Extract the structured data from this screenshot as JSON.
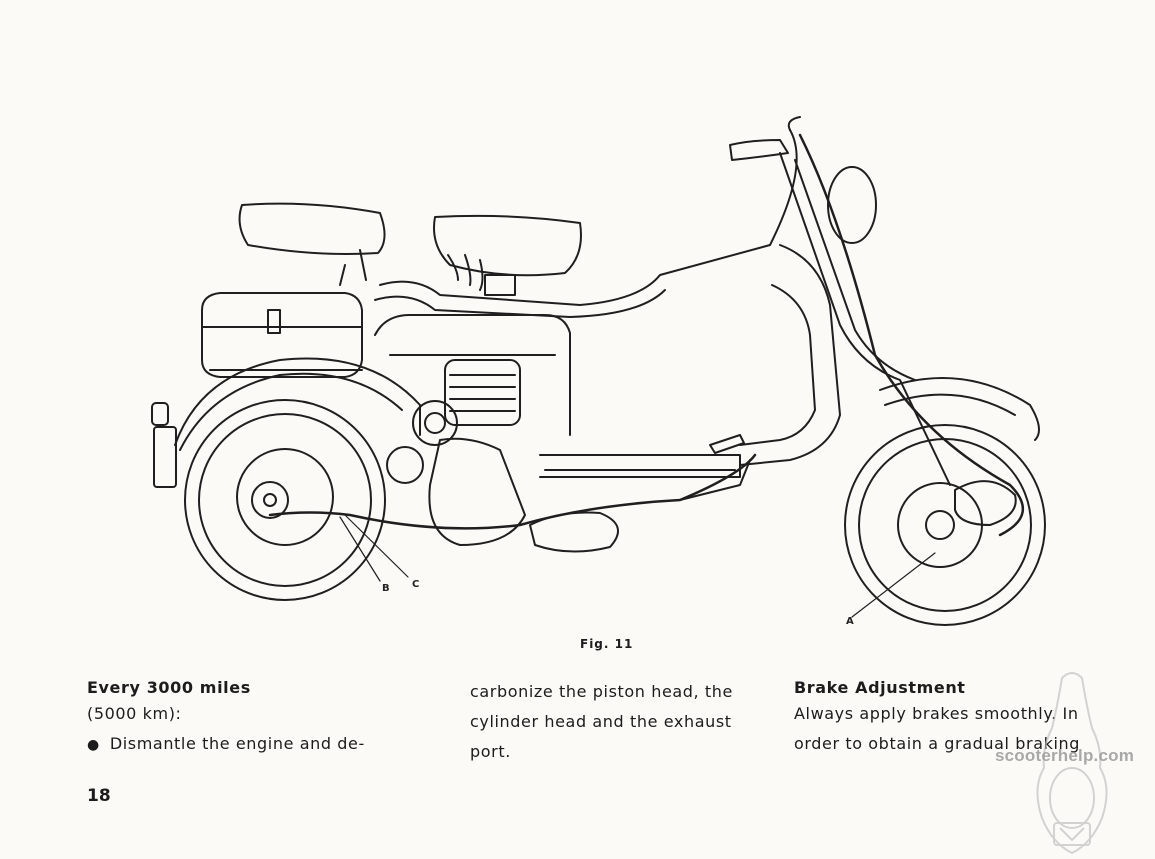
{
  "figure": {
    "caption": "Fig. 11",
    "callouts": {
      "a": "A",
      "b": "B",
      "c": "C"
    }
  },
  "left_column": {
    "heading": "Every 3000 miles",
    "lines": [
      "(5000 km):",
      "Dismantle the engine and de-"
    ]
  },
  "middle_column": {
    "lines": [
      "carbonize the piston head, the",
      "cylinder head and the exhaust",
      "port."
    ]
  },
  "right_column": {
    "heading": "Brake Adjustment",
    "lines": [
      "Always apply brakes smoothly. In",
      "order to obtain a gradual braking"
    ]
  },
  "page_number": "18",
  "watermark": {
    "text": "scooterhelp.com"
  },
  "colors": {
    "ink": "#1c1c1c",
    "paper": "#fbfaf6",
    "watermark": "#9a9a9a"
  },
  "icons": {
    "bullet": "filled-circle"
  }
}
